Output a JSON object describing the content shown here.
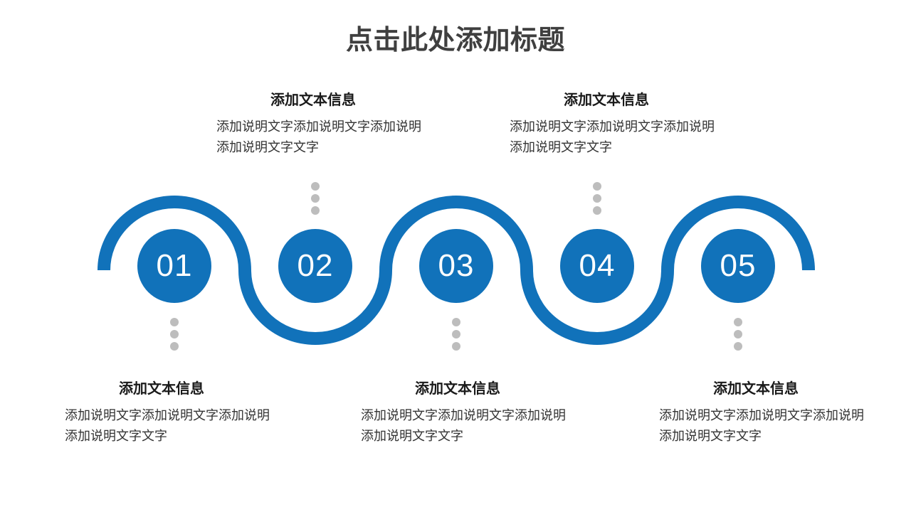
{
  "title": "点击此处添加标题",
  "colors": {
    "accent": "#1172BA",
    "dot": "#BDBDBD",
    "title_text": "#3F3F3F",
    "heading_text": "#1A1A1A",
    "body_text": "#333333"
  },
  "steps": [
    {
      "number": "01",
      "text_position": "below",
      "heading": "添加文本信息",
      "body": [
        "添加说明文字添加说明文字添加说明",
        "添加说明文字文字"
      ]
    },
    {
      "number": "02",
      "text_position": "above",
      "heading": "添加文本信息",
      "body": [
        "添加说明文字添加说明文字添加说明",
        "添加说明文字文字"
      ]
    },
    {
      "number": "03",
      "text_position": "below",
      "heading": "添加文本信息",
      "body": [
        "添加说明文字添加说明文字添加说明",
        "添加说明文字文字"
      ]
    },
    {
      "number": "04",
      "text_position": "above",
      "heading": "添加文本信息",
      "body": [
        "添加说明文字添加说明文字添加说明",
        "添加说明文字文字"
      ]
    },
    {
      "number": "05",
      "text_position": "below",
      "heading": "添加文本信息",
      "body": [
        "添加说明文字添加说明文字添加说明",
        "添加说明文字文字"
      ]
    }
  ]
}
